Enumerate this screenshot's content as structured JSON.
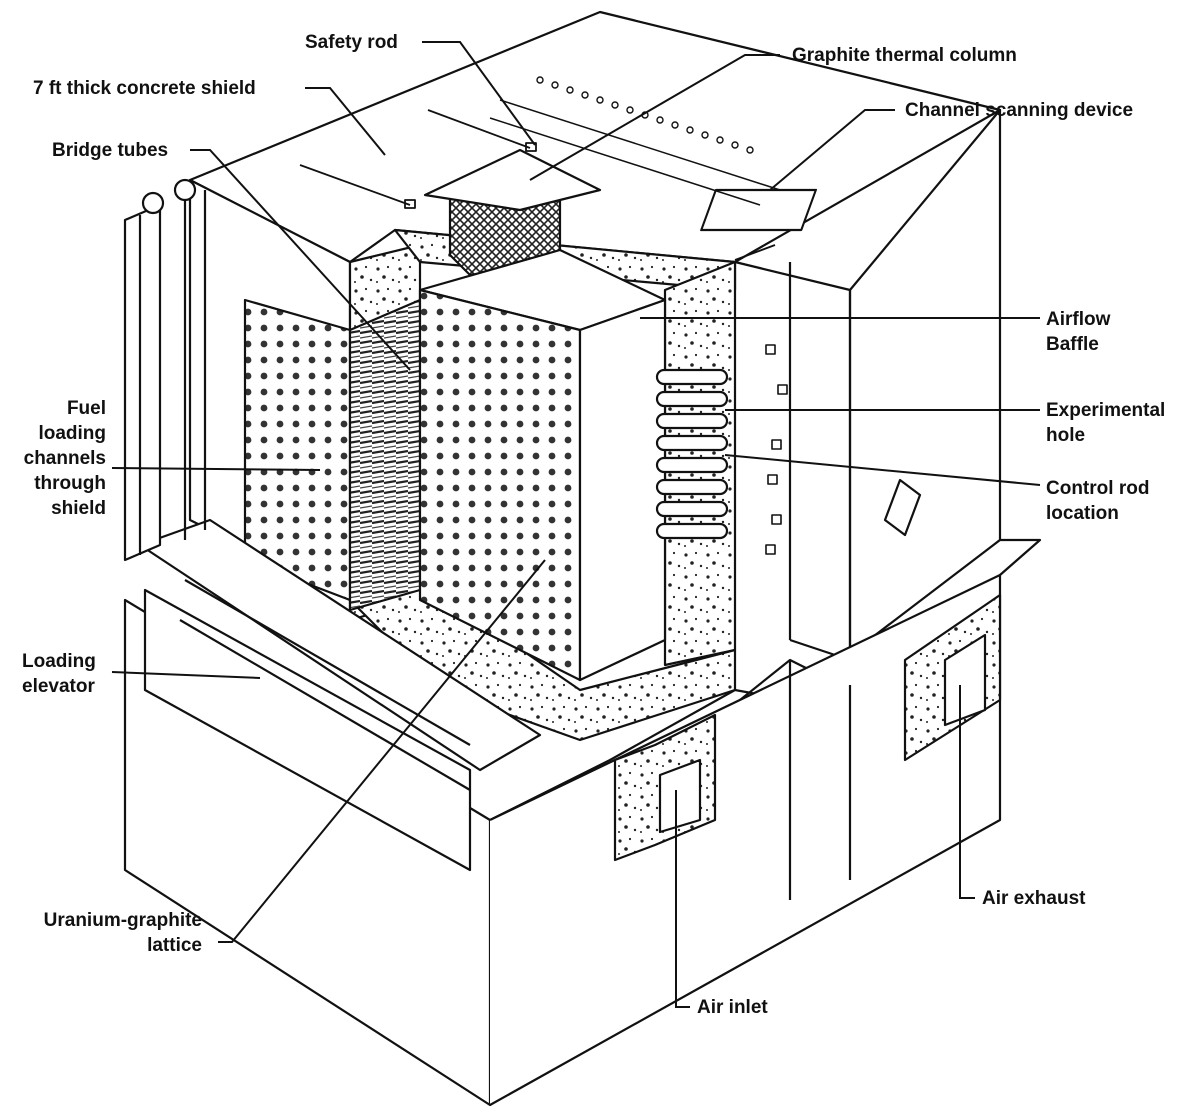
{
  "colors": {
    "ink": "#111111",
    "paper": "#ffffff",
    "concrete_dot": "#222222"
  },
  "labels": {
    "safety_rod": "Safety rod",
    "graphite_thermal_column": "Graphite thermal column",
    "concrete_shield": "7 ft thick concrete shield",
    "channel_scanning_device": "Channel scanning device",
    "bridge_tubes": "Bridge tubes",
    "airflow_baffle": [
      "Airflow",
      "Baffle"
    ],
    "experimental_hole": [
      "Experimental",
      "hole"
    ],
    "control_rod_location": [
      "Control rod",
      "location"
    ],
    "fuel_loading_channels": [
      "Fuel",
      "loading",
      "channels",
      "through",
      "shield"
    ],
    "loading_elevator": [
      "Loading",
      "elevator"
    ],
    "uranium_graphite_lattice": [
      "Uranium-graphite",
      "lattice"
    ],
    "air_exhaust": "Air exhaust",
    "air_inlet": "Air inlet"
  }
}
